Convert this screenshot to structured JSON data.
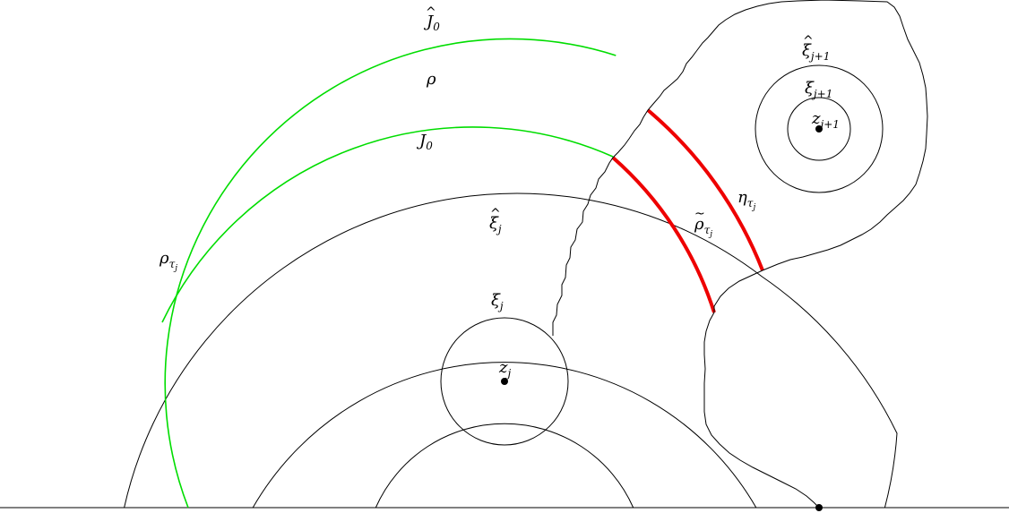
{
  "labels": {
    "J0_hat": {
      "base": "J",
      "sub": "0",
      "hat": true
    },
    "rho": {
      "base": "ρ"
    },
    "J0": {
      "base": "J",
      "sub": "0"
    },
    "xi_j_hat": {
      "base": "ξ",
      "sub": "j",
      "hat": true
    },
    "xi_j": {
      "base": "ξ",
      "sub": "j"
    },
    "z_j": {
      "base": "z",
      "sub": "j"
    },
    "rho_tau_j": {
      "base": "ρ",
      "sub": "τ",
      "subsub": "j"
    },
    "rho_tilde_tau_j": {
      "base": "ρ",
      "sub": "τ",
      "subsub": "j",
      "tilde": true
    },
    "eta_tau_j": {
      "base": "η",
      "sub": "τ",
      "subsub": "j"
    },
    "xi_j1_hat": {
      "base": "ξ",
      "sub": "j+1",
      "hat": true
    },
    "xi_j1": {
      "base": "ξ",
      "sub": "j+1"
    },
    "z_j1": {
      "base": "z",
      "sub": "j+1"
    }
  },
  "colors": {
    "stroke": "#000000",
    "green_arc": "#00dd00",
    "red_arc": "#ee0000"
  }
}
